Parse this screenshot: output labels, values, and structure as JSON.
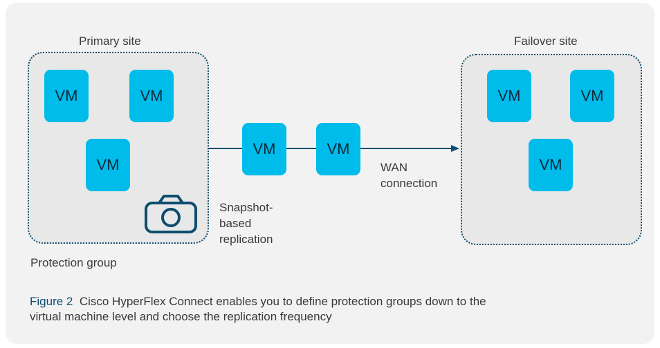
{
  "diagram": {
    "primary_site": {
      "label": "Primary site",
      "vms": [
        "VM",
        "VM",
        "VM"
      ],
      "footer_label": "Protection group",
      "icon": "camera-icon"
    },
    "transfer": {
      "vms": [
        "VM",
        "VM"
      ],
      "snapshot_label": [
        "Snapshot-",
        "based",
        "replication"
      ],
      "wan_label": [
        "WAN",
        "connection"
      ]
    },
    "failover_site": {
      "label": "Failover site",
      "vms": [
        "VM",
        "VM",
        "VM"
      ]
    }
  },
  "caption": {
    "figure_number": "Figure 2",
    "text": "Cisco HyperFlex Connect enables you to define protection groups down to the virtual machine level and choose the replication frequency"
  },
  "colors": {
    "vm_fill": "#00bceb",
    "accent": "#0d4d6e",
    "panel": "#f2f2f2",
    "site_fill": "#e8e8e8",
    "text": "#39393b"
  }
}
